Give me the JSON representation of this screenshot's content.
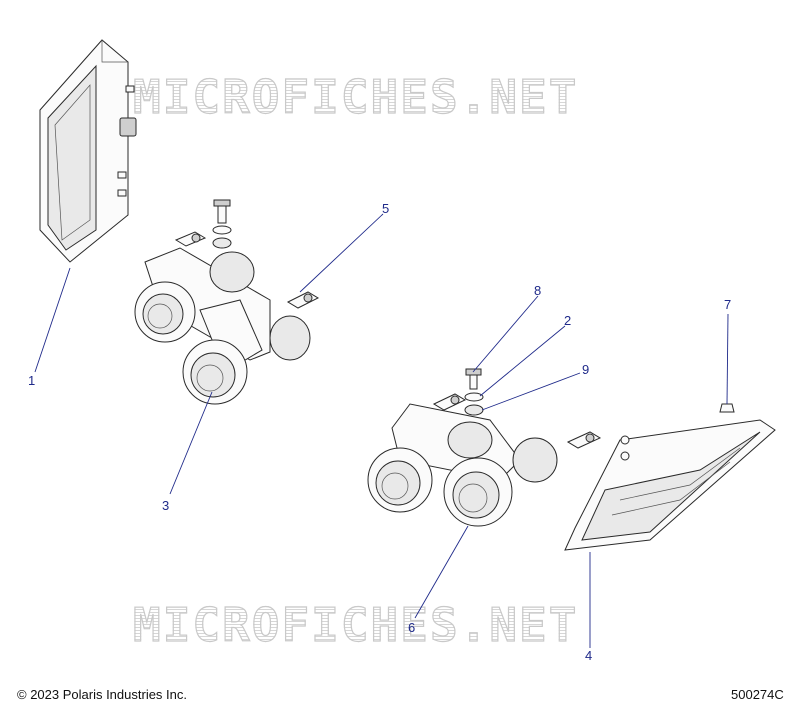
{
  "watermark": {
    "top": "MICROFICHES.NET",
    "bottom": "MICROFICHES.NET"
  },
  "callouts": {
    "c1": "1",
    "c2": "2",
    "c3": "3",
    "c4": "4",
    "c5": "5",
    "c6": "6",
    "c7": "7",
    "c8": "8",
    "c9": "9"
  },
  "footer": {
    "copyright": "© 2023 Polaris Industries Inc.",
    "diagram_id": "500274C"
  }
}
